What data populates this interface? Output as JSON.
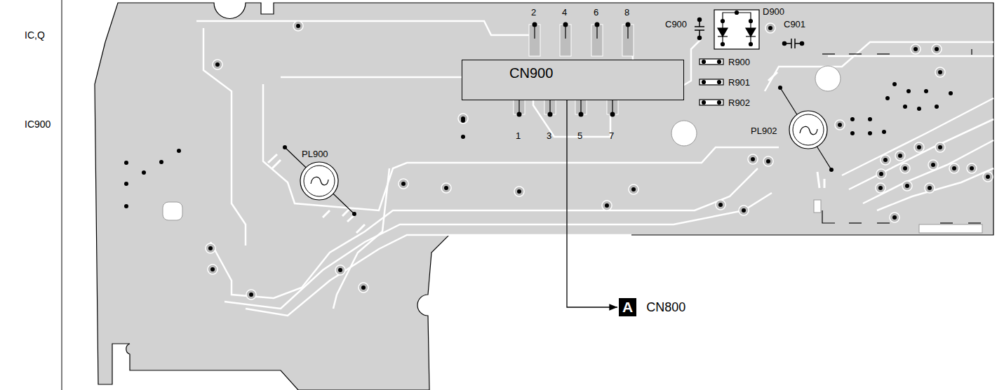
{
  "diagram": {
    "nodes": [
      {
        "text": [
          "CN900"
        ]
      },
      {
        "text": [
          "A",
          "CN800"
        ]
      }
    ],
    "edges": [
      {
        "from": 0,
        "to": 1,
        "arrow": "to"
      }
    ],
    "labels": [
      "IC,Q",
      "IC900",
      "2",
      "4",
      "6",
      "8",
      "1",
      "3",
      "5",
      "7",
      "C900",
      "D900",
      "C901",
      "R900",
      "R901",
      "R902",
      "PL900",
      "PL902"
    ]
  }
}
